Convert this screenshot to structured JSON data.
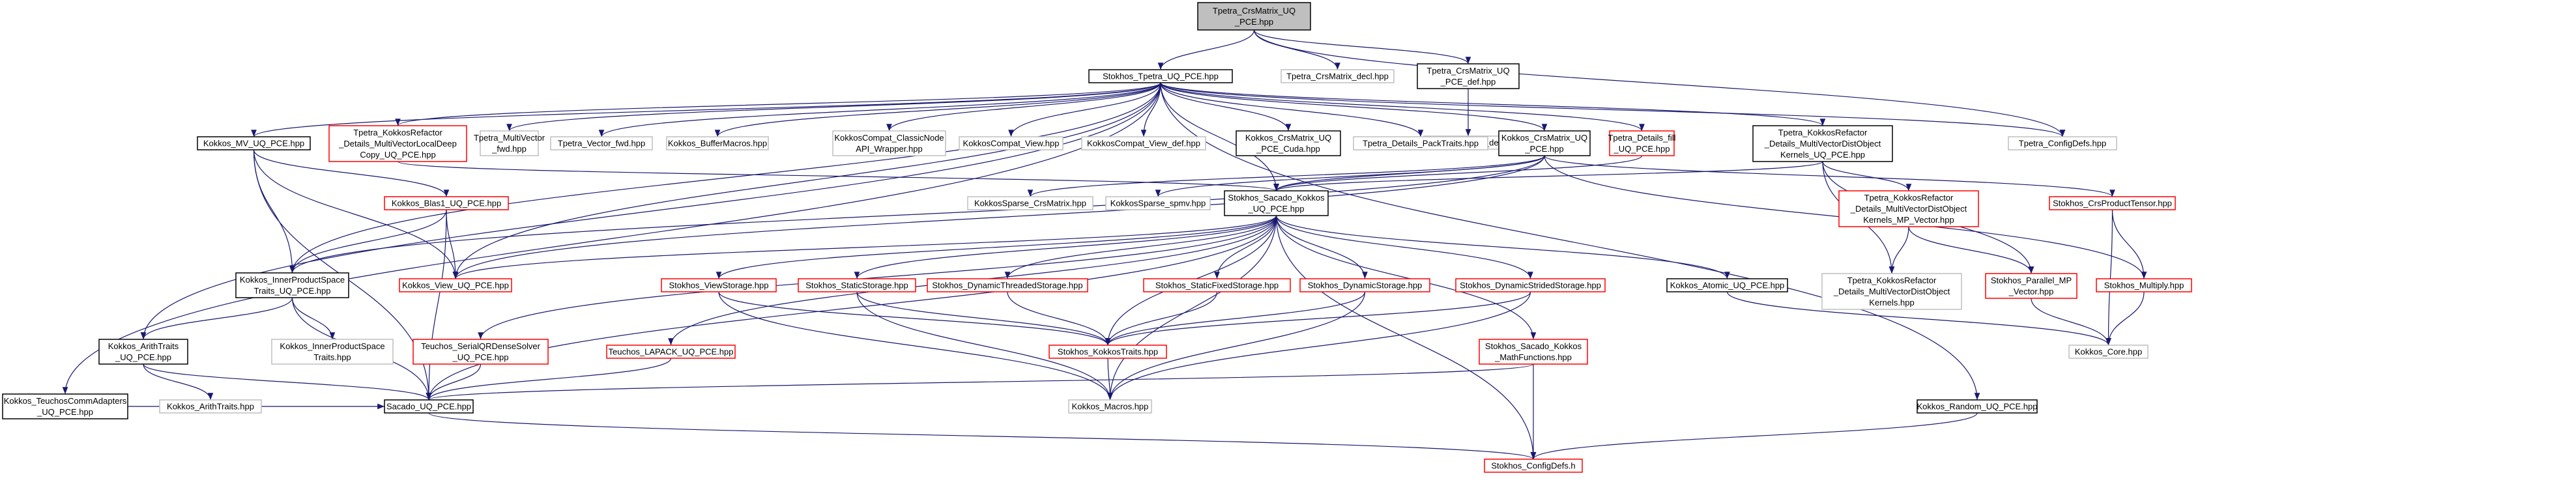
{
  "colors": {
    "edge": "#191970",
    "root_fill": "#bfbfbf",
    "border_plain": "#000000",
    "border_red": "#ff0000",
    "border_grey": "#bfbfbf",
    "background": "#ffffff"
  },
  "nodes": [
    {
      "id": "root",
      "lines": [
        "Tpetra_CrsMatrix_UQ",
        "_PCE.hpp"
      ],
      "style": "root"
    },
    {
      "id": "tpetra_uq",
      "lines": [
        "Stokhos_Tpetra_UQ_PCE.hpp"
      ],
      "style": "plain"
    },
    {
      "id": "crs_decl",
      "lines": [
        "Tpetra_CrsMatrix_decl.hpp"
      ],
      "style": "grey"
    },
    {
      "id": "crs_def_uq",
      "lines": [
        "Tpetra_CrsMatrix_UQ",
        "_PCE_def.hpp"
      ],
      "style": "plain"
    },
    {
      "id": "crs_def",
      "lines": [
        "Tpetra_CrsMatrix_def.hpp"
      ],
      "style": "grey"
    },
    {
      "id": "mv_uq",
      "lines": [
        "Kokkos_MV_UQ_PCE.hpp"
      ],
      "style": "plain"
    },
    {
      "id": "refactor_local",
      "lines": [
        "Tpetra_KokkosRefactor",
        "_Details_MultiVectorLocalDeep",
        "Copy_UQ_PCE.hpp"
      ],
      "style": "red"
    },
    {
      "id": "multivector_fwd",
      "lines": [
        "Tpetra_MultiVector",
        "_fwd.hpp"
      ],
      "style": "grey"
    },
    {
      "id": "vector_fwd",
      "lines": [
        "Tpetra_Vector_fwd.hpp"
      ],
      "style": "grey"
    },
    {
      "id": "buffer_macros",
      "lines": [
        "Kokkos_BufferMacros.hpp"
      ],
      "style": "grey"
    },
    {
      "id": "classic_node",
      "lines": [
        "KokkosCompat_ClassicNode",
        "API_Wrapper.hpp"
      ],
      "style": "grey"
    },
    {
      "id": "compat_view",
      "lines": [
        "KokkosCompat_View.hpp"
      ],
      "style": "grey"
    },
    {
      "id": "compat_view_def",
      "lines": [
        "KokkosCompat_View_def.hpp"
      ],
      "style": "grey"
    },
    {
      "id": "crs_cuda",
      "lines": [
        "Kokkos_CrsMatrix_UQ",
        "_PCE_Cuda.hpp"
      ],
      "style": "plain"
    },
    {
      "id": "pack_traits",
      "lines": [
        "Tpetra_Details_PackTraits.hpp"
      ],
      "style": "grey"
    },
    {
      "id": "kokkos_crs_uq",
      "lines": [
        "Kokkos_CrsMatrix_UQ",
        "_PCE.hpp"
      ],
      "style": "plain"
    },
    {
      "id": "details_fill",
      "lines": [
        "Tpetra_Details_fill",
        "_UQ_PCE.hpp"
      ],
      "style": "red"
    },
    {
      "id": "refactor_dist",
      "lines": [
        "Tpetra_KokkosRefactor",
        "_Details_MultiVectorDistObject",
        "Kernels_UQ_PCE.hpp"
      ],
      "style": "plain"
    },
    {
      "id": "config_defs",
      "lines": [
        "Tpetra_ConfigDefs.hpp"
      ],
      "style": "grey"
    },
    {
      "id": "blas1",
      "lines": [
        "Kokkos_Blas1_UQ_PCE.hpp"
      ],
      "style": "red"
    },
    {
      "id": "sparse_crs",
      "lines": [
        "KokkosSparse_CrsMatrix.hpp"
      ],
      "style": "grey"
    },
    {
      "id": "sparse_spmv",
      "lines": [
        "KokkosSparse_spmv.hpp"
      ],
      "style": "grey"
    },
    {
      "id": "sacado_kokkos",
      "lines": [
        "Stokhos_Sacado_Kokkos",
        "_UQ_PCE.hpp"
      ],
      "style": "plain"
    },
    {
      "id": "mp_vector",
      "lines": [
        "Tpetra_KokkosRefactor",
        "_Details_MultiVectorDistObject",
        "Kernels_MP_Vector.hpp"
      ],
      "style": "red"
    },
    {
      "id": "crs_product",
      "lines": [
        "Stokhos_CrsProductTensor.hpp"
      ],
      "style": "red"
    },
    {
      "id": "inner_uq",
      "lines": [
        "Kokkos_InnerProductSpace",
        "Traits_UQ_PCE.hpp"
      ],
      "style": "plain"
    },
    {
      "id": "view_uq",
      "lines": [
        "Kokkos_View_UQ_PCE.hpp"
      ],
      "style": "red"
    },
    {
      "id": "view_storage",
      "lines": [
        "Stokhos_ViewStorage.hpp"
      ],
      "style": "red"
    },
    {
      "id": "static_storage",
      "lines": [
        "Stokhos_StaticStorage.hpp"
      ],
      "style": "red"
    },
    {
      "id": "dyn_threaded",
      "lines": [
        "Stokhos_DynamicThreadedStorage.hpp"
      ],
      "style": "red"
    },
    {
      "id": "static_fixed",
      "lines": [
        "Stokhos_StaticFixedStorage.hpp"
      ],
      "style": "red"
    },
    {
      "id": "dynamic_storage",
      "lines": [
        "Stokhos_DynamicStorage.hpp"
      ],
      "style": "red"
    },
    {
      "id": "dyn_strided",
      "lines": [
        "Stokhos_DynamicStridedStorage.hpp"
      ],
      "style": "red"
    },
    {
      "id": "atomic_uq",
      "lines": [
        "Kokkos_Atomic_UQ_PCE.hpp"
      ],
      "style": "plain"
    },
    {
      "id": "refactor_kernels",
      "lines": [
        "Tpetra_KokkosRefactor",
        "_Details_MultiVectorDistObject",
        "Kernels.hpp"
      ],
      "style": "grey"
    },
    {
      "id": "parallel_mp",
      "lines": [
        "Stokhos_Parallel_MP",
        "_Vector.hpp"
      ],
      "style": "red"
    },
    {
      "id": "multiply",
      "lines": [
        "Stokhos_Multiply.hpp"
      ],
      "style": "red"
    },
    {
      "id": "arith_uq",
      "lines": [
        "Kokkos_ArithTraits",
        "_UQ_PCE.hpp"
      ],
      "style": "plain"
    },
    {
      "id": "inner_traits",
      "lines": [
        "Kokkos_InnerProductSpace",
        "Traits.hpp"
      ],
      "style": "grey"
    },
    {
      "id": "serial_qr",
      "lines": [
        "Teuchos_SerialQRDenseSolver",
        "_UQ_PCE.hpp"
      ],
      "style": "red"
    },
    {
      "id": "lapack",
      "lines": [
        "Teuchos_LAPACK_UQ_PCE.hpp"
      ],
      "style": "red"
    },
    {
      "id": "kokkos_traits",
      "lines": [
        "Stokhos_KokkosTraits.hpp"
      ],
      "style": "red"
    },
    {
      "id": "math_functions",
      "lines": [
        "Stokhos_Sacado_Kokkos",
        "_MathFunctions.hpp"
      ],
      "style": "red"
    },
    {
      "id": "core",
      "lines": [
        "Kokkos_Core.hpp"
      ],
      "style": "grey"
    },
    {
      "id": "comm_adapters",
      "lines": [
        "Kokkos_TeuchosCommAdapters",
        "_UQ_PCE.hpp"
      ],
      "style": "plain"
    },
    {
      "id": "arith_traits",
      "lines": [
        "Kokkos_ArithTraits.hpp"
      ],
      "style": "grey"
    },
    {
      "id": "sacado_uq",
      "lines": [
        "Sacado_UQ_PCE.hpp"
      ],
      "style": "plain"
    },
    {
      "id": "kokkos_macros",
      "lines": [
        "Kokkos_Macros.hpp"
      ],
      "style": "grey"
    },
    {
      "id": "random_uq",
      "lines": [
        "Kokkos_Random_UQ_PCE.hpp"
      ],
      "style": "plain"
    },
    {
      "id": "stokhos_config",
      "lines": [
        "Stokhos_ConfigDefs.h"
      ],
      "style": "red"
    }
  ],
  "edges": [
    [
      "root",
      "tpetra_uq"
    ],
    [
      "root",
      "crs_decl"
    ],
    [
      "root",
      "crs_def_uq"
    ],
    [
      "root",
      "config_defs"
    ],
    [
      "crs_def_uq",
      "crs_def"
    ],
    [
      "tpetra_uq",
      "comm_adapters"
    ],
    [
      "tpetra_uq",
      "arith_uq"
    ],
    [
      "tpetra_uq",
      "mv_uq"
    ],
    [
      "tpetra_uq",
      "inner_uq"
    ],
    [
      "tpetra_uq",
      "refactor_local"
    ],
    [
      "tpetra_uq",
      "multivector_fwd"
    ],
    [
      "tpetra_uq",
      "vector_fwd"
    ],
    [
      "tpetra_uq",
      "buffer_macros"
    ],
    [
      "tpetra_uq",
      "classic_node"
    ],
    [
      "tpetra_uq",
      "compat_view"
    ],
    [
      "tpetra_uq",
      "compat_view_def"
    ],
    [
      "tpetra_uq",
      "crs_cuda"
    ],
    [
      "tpetra_uq",
      "pack_traits"
    ],
    [
      "tpetra_uq",
      "kokkos_crs_uq"
    ],
    [
      "tpetra_uq",
      "details_fill"
    ],
    [
      "tpetra_uq",
      "refactor_dist"
    ],
    [
      "tpetra_uq",
      "config_defs"
    ],
    [
      "tpetra_uq",
      "random_uq"
    ],
    [
      "tpetra_uq",
      "view_uq"
    ],
    [
      "tpetra_uq",
      "sacado_kokkos"
    ],
    [
      "mv_uq",
      "blas1"
    ],
    [
      "mv_uq",
      "inner_uq"
    ],
    [
      "mv_uq",
      "view_uq"
    ],
    [
      "mv_uq",
      "sacado_uq"
    ],
    [
      "refactor_local",
      "sacado_kokkos"
    ],
    [
      "kokkos_crs_uq",
      "sparse_crs"
    ],
    [
      "kokkos_crs_uq",
      "sparse_spmv"
    ],
    [
      "kokkos_crs_uq",
      "sacado_kokkos"
    ],
    [
      "kokkos_crs_uq",
      "view_uq"
    ],
    [
      "kokkos_crs_uq",
      "crs_product"
    ],
    [
      "kokkos_crs_uq",
      "multiply"
    ],
    [
      "kokkos_crs_uq",
      "inner_uq"
    ],
    [
      "details_fill",
      "sacado_kokkos"
    ],
    [
      "refactor_dist",
      "refactor_kernels"
    ],
    [
      "refactor_dist",
      "mp_vector"
    ],
    [
      "refactor_dist",
      "parallel_mp"
    ],
    [
      "refactor_dist",
      "sacado_kokkos"
    ],
    [
      "mp_vector",
      "refactor_kernels"
    ],
    [
      "mp_vector",
      "parallel_mp"
    ],
    [
      "crs_product",
      "multiply"
    ],
    [
      "crs_product",
      "core"
    ],
    [
      "multiply",
      "core"
    ],
    [
      "parallel_mp",
      "core"
    ],
    [
      "blas1",
      "inner_uq"
    ],
    [
      "blas1",
      "view_uq"
    ],
    [
      "blas1",
      "sacado_uq"
    ],
    [
      "inner_uq",
      "arith_uq"
    ],
    [
      "inner_uq",
      "inner_traits"
    ],
    [
      "inner_uq",
      "sacado_uq"
    ],
    [
      "arith_uq",
      "arith_traits"
    ],
    [
      "arith_uq",
      "sacado_uq"
    ],
    [
      "comm_adapters",
      "sacado_uq"
    ],
    [
      "sacado_kokkos",
      "view_uq"
    ],
    [
      "sacado_kokkos",
      "view_storage"
    ],
    [
      "sacado_kokkos",
      "static_storage"
    ],
    [
      "sacado_kokkos",
      "dyn_threaded"
    ],
    [
      "sacado_kokkos",
      "static_fixed"
    ],
    [
      "sacado_kokkos",
      "dynamic_storage"
    ],
    [
      "sacado_kokkos",
      "dyn_strided"
    ],
    [
      "sacado_kokkos",
      "atomic_uq"
    ],
    [
      "sacado_kokkos",
      "serial_qr"
    ],
    [
      "sacado_kokkos",
      "lapack"
    ],
    [
      "sacado_kokkos",
      "sacado_uq"
    ],
    [
      "sacado_kokkos",
      "kokkos_traits"
    ],
    [
      "sacado_kokkos",
      "math_functions"
    ],
    [
      "sacado_kokkos",
      "kokkos_macros"
    ],
    [
      "sacado_kokkos",
      "stokhos_config"
    ],
    [
      "view_storage",
      "kokkos_traits"
    ],
    [
      "view_storage",
      "kokkos_macros"
    ],
    [
      "static_storage",
      "kokkos_traits"
    ],
    [
      "static_storage",
      "kokkos_macros"
    ],
    [
      "dyn_threaded",
      "kokkos_traits"
    ],
    [
      "static_fixed",
      "kokkos_traits"
    ],
    [
      "dynamic_storage",
      "kokkos_traits"
    ],
    [
      "dynamic_storage",
      "kokkos_macros"
    ],
    [
      "dyn_strided",
      "kokkos_traits"
    ],
    [
      "dyn_strided",
      "kokkos_macros"
    ],
    [
      "atomic_uq",
      "core"
    ],
    [
      "kokkos_traits",
      "kokkos_macros"
    ],
    [
      "math_functions",
      "sacado_uq"
    ],
    [
      "math_functions",
      "stokhos_config"
    ],
    [
      "serial_qr",
      "sacado_uq"
    ],
    [
      "lapack",
      "sacado_uq"
    ],
    [
      "sacado_uq",
      "stokhos_config"
    ],
    [
      "random_uq",
      "stokhos_config"
    ]
  ]
}
